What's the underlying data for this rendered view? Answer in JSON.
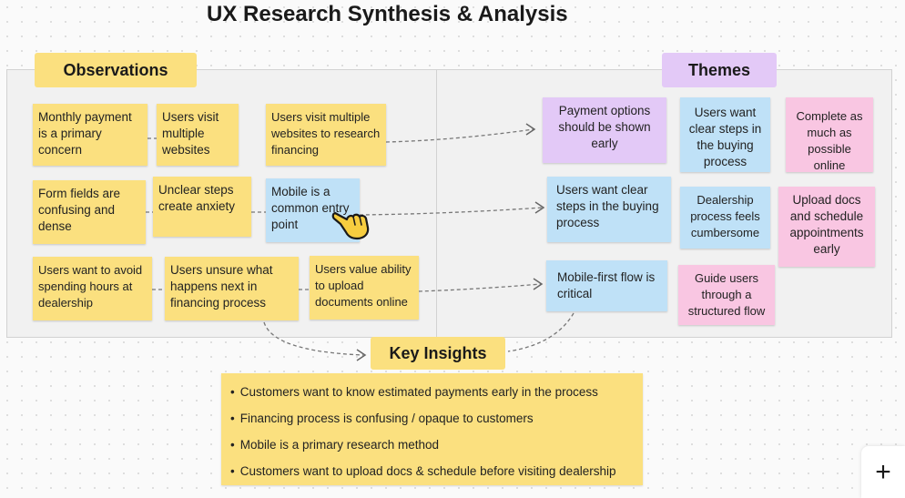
{
  "board": {
    "title": "UX Research Synthesis & Analysis"
  },
  "sections": {
    "observations_label": "Observations",
    "themes_label": "Themes",
    "key_insights_label": "Key Insights"
  },
  "observations": [
    {
      "text": "Monthly payment is a primary concern",
      "color": "#fbe07f"
    },
    {
      "text": "Users visit multiple websites",
      "color": "#fbe07f"
    },
    {
      "text": "Users visit multiple websites to research financing",
      "color": "#fbe07f"
    },
    {
      "text": "Form fields are confusing and dense",
      "color": "#fbe07f"
    },
    {
      "text": "Unclear steps create anxiety",
      "color": "#fbe07f"
    },
    {
      "text": "Mobile is a common entry point",
      "color": "#bfe1f7"
    },
    {
      "text": "Users want to avoid spending hours at dealership",
      "color": "#fbe07f"
    },
    {
      "text": "Users unsure what happens next in financing process",
      "color": "#fbe07f"
    },
    {
      "text": "Users value ability to upload documents online",
      "color": "#fbe07f"
    }
  ],
  "themes": [
    {
      "text": "Payment options should be shown early",
      "color": "#e3c9f7"
    },
    {
      "text": "Users want clear steps in the buying process",
      "color": "#bfe1f7"
    },
    {
      "text": "Complete as much as possible online",
      "color": "#f9c6e2"
    },
    {
      "text": "Users want clear steps in the buying process",
      "color": "#bfe1f7"
    },
    {
      "text": "Dealership process feels cumbersome",
      "color": "#bfe1f7"
    },
    {
      "text": "Upload docs and schedule appointments early",
      "color": "#f9c6e2"
    },
    {
      "text": "Mobile-first flow is critical",
      "color": "#bfe1f7"
    },
    {
      "text": "Guide users through a structured flow",
      "color": "#f9c6e2"
    }
  ],
  "key_insights": [
    "Customers want to know estimated payments early in the process",
    "Financing process is confusing / opaque to customers",
    "Mobile is a primary research method",
    "Customers want to upload docs & schedule before visiting dealership"
  ],
  "toolbar": {
    "add_label": "+"
  },
  "colors": {
    "yellow": "#fbe07f",
    "purple": "#e3c9f7",
    "blue": "#bfe1f7",
    "pink": "#f9c6e2"
  },
  "icons": {
    "cursor": "pointing-hand-icon",
    "add": "plus-icon"
  }
}
